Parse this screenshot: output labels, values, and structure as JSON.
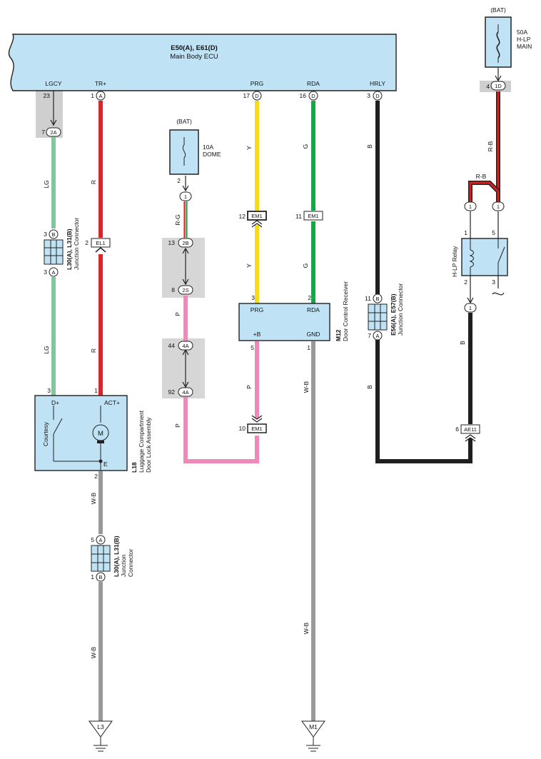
{
  "ecu": {
    "connectors": "E50(A), E61(D)",
    "name": "Main Body ECU",
    "pins": {
      "lgcy": {
        "label": "LGCY",
        "pin": "23"
      },
      "tr": {
        "label": "TR+",
        "pin": "1",
        "conn": "A"
      },
      "prg": {
        "label": "PRG",
        "pin": "17",
        "conn": "D"
      },
      "rda": {
        "label": "RDA",
        "pin": "16",
        "conn": "D"
      },
      "hrly": {
        "label": "HRLY",
        "pin": "3",
        "conn": "D"
      }
    }
  },
  "fuses": {
    "dome": {
      "source": "(BAT)",
      "rating": "10A",
      "name": "DOME",
      "pin": "2"
    },
    "hlp_main": {
      "source": "(BAT)",
      "rating": "50A",
      "name1": "H-LP",
      "name2": "MAIN",
      "pin": "4",
      "conn": "1D"
    }
  },
  "wires": {
    "lg": "LG",
    "r": "R",
    "rg": "R-G",
    "p": "P",
    "y": "Y",
    "g": "G",
    "b": "B",
    "wb": "W-B",
    "rb": "R-B"
  },
  "connectors": {
    "c7_2a": {
      "pin": "7",
      "id": "2A"
    },
    "dome_out": {
      "id": "1"
    },
    "c13_2b": {
      "pin": "13",
      "id": "2B"
    },
    "c8_2s": {
      "pin": "8",
      "id": "2S"
    },
    "c44_4a": {
      "pin": "44",
      "id": "4A"
    },
    "c92_4a": {
      "pin": "92",
      "id": "4A"
    },
    "el1": {
      "pin": "2",
      "id": "EL1"
    },
    "em1_12": {
      "pin": "12",
      "id": "EM1"
    },
    "em1_11": {
      "pin": "11",
      "id": "EM1"
    },
    "em1_10": {
      "pin": "10",
      "id": "EM1"
    },
    "ae11": {
      "pin": "6",
      "id": "AE11"
    },
    "rb_a": {
      "id": "1"
    },
    "rb_b": {
      "id": "1"
    },
    "relay_out": {
      "id": "1"
    }
  },
  "junctions": {
    "l30_top": {
      "name": "L30(A), L31(B)",
      "sub": "Junction Connector",
      "pin_top": "3",
      "conn_top": "B",
      "pin_bot": "3",
      "conn_bot": "A"
    },
    "l30_bottom": {
      "name": "L30(A), L31(B)",
      "sub1": "Junction",
      "sub2": "Connector",
      "pin_top": "5",
      "conn_top": "A",
      "pin_bot": "1",
      "conn_bot": "B"
    },
    "e56": {
      "name": "E56(A), E57(B)",
      "sub": "Junction Connector",
      "pin_top": "11",
      "conn_top": "B",
      "pin_bot": "7",
      "conn_bot": "A"
    }
  },
  "door_lock": {
    "id": "L18",
    "name1": "Luggage Compartment",
    "name2": "Door Lock Assembly",
    "pin_d": "3",
    "pin_act": "1",
    "pin_e": "2",
    "label_d": "D+",
    "label_act": "ACT+",
    "label_e": "E",
    "switch": "Courtesy",
    "motor": "M"
  },
  "receiver": {
    "id": "M12",
    "name": "Door Control Receiver",
    "prg": "PRG",
    "rda": "RDA",
    "b": "+B",
    "gnd": "GND",
    "pin_prg": "3",
    "pin_rda": "2",
    "pin_b": "5",
    "pin_gnd": "1"
  },
  "relay": {
    "name": "H-LP Relay",
    "pin1": "1",
    "pin5": "5",
    "pin2": "2",
    "pin3": "3"
  },
  "grounds": {
    "l3": "L3",
    "m1": "M1"
  }
}
